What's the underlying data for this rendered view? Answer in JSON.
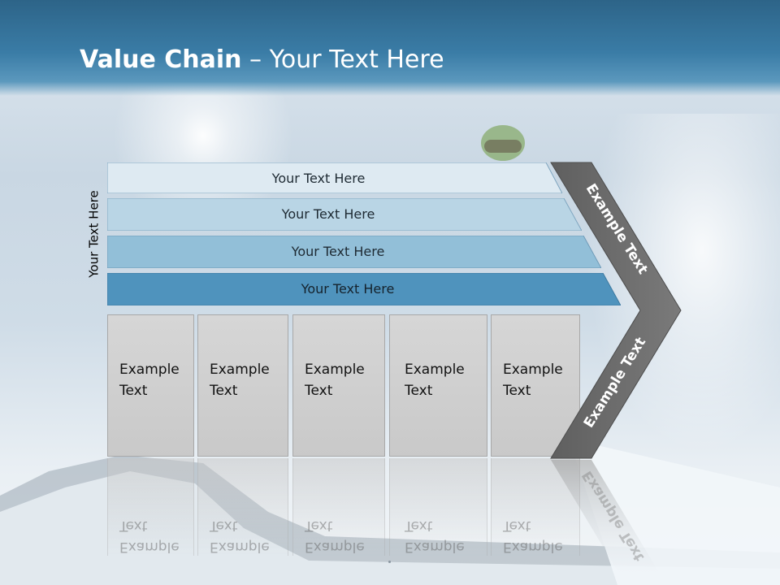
{
  "slide": {
    "title_bold": "Value Chain",
    "title_rest": " – Your Text Here",
    "vertical_label": "Your Text Here",
    "bars": [
      {
        "label": "Your Text Here",
        "color": "#deeaf2"
      },
      {
        "label": "Your Text Here",
        "color": "#b9d5e5"
      },
      {
        "label": "Your Text Here",
        "color": "#92bfd8"
      },
      {
        "label": "Your Text Here",
        "color": "#4f93bd"
      }
    ],
    "boxes": [
      {
        "line1": "Example",
        "line2": "Text"
      },
      {
        "line1": "Example",
        "line2": "Text"
      },
      {
        "line1": "Example",
        "line2": "Text"
      },
      {
        "line1": "Example",
        "line2": "Text"
      },
      {
        "line1": "Example",
        "line2": "Text"
      }
    ],
    "chevron_top_label": "Example Text",
    "chevron_bottom_label": "Example Text",
    "chevron_color": "#6b6b6b"
  }
}
